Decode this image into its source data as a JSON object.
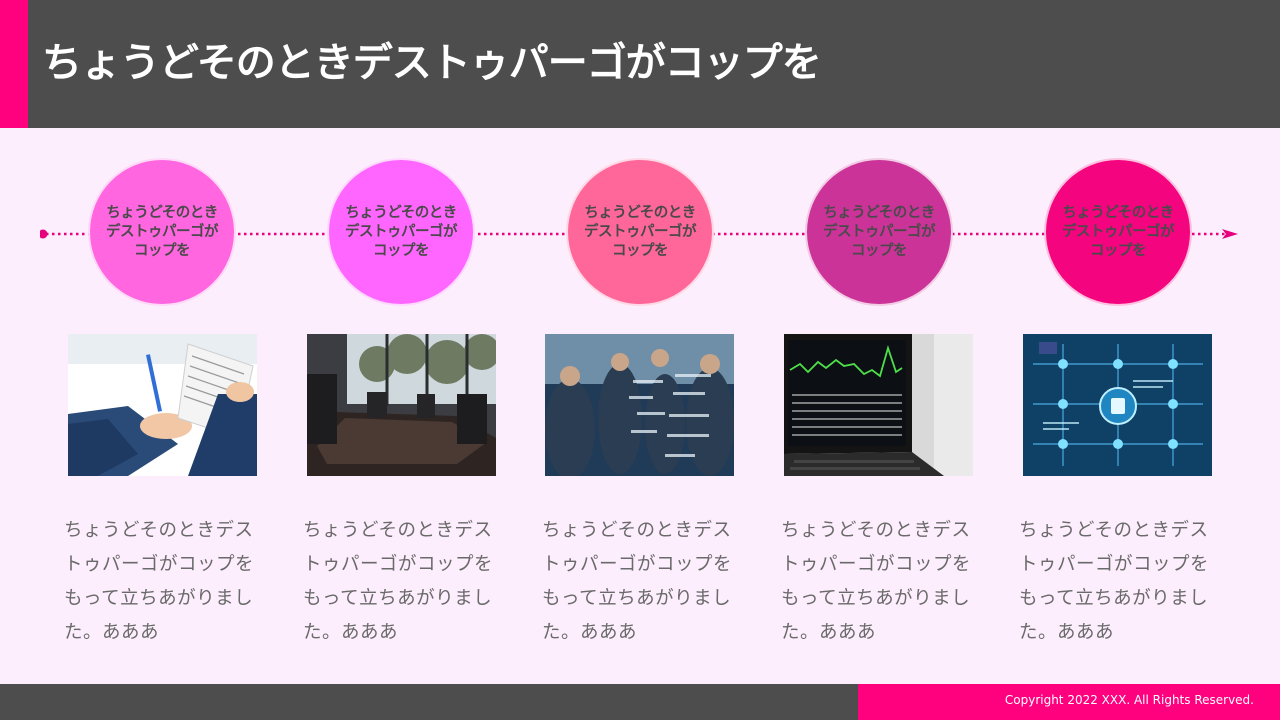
{
  "header": {
    "title": "ちょうどそのときデストゥパーゴがコップを"
  },
  "colors": {
    "accent": "#ff007f",
    "dark": "#4d4d4d",
    "background": "#fdeefd",
    "timeline_line": "#e6007e"
  },
  "steps": [
    {
      "label": "ちょうどそのとき\nデストゥパーゴが\nコップを",
      "color": "#ff66e0",
      "photo": "business-contract-photo",
      "description": "ちょうどそのときデストゥパーゴがコップをもって立ちあがりました。あああ"
    },
    {
      "label": "ちょうどそのとき\nデストゥパーゴが\nコップを",
      "color": "#ff66ff",
      "photo": "conference-room-photo",
      "description": "ちょうどそのときデストゥパーゴがコップをもって立ちあがりました。あああ"
    },
    {
      "label": "ちょうどそのとき\nデストゥパーゴが\nコップを",
      "color": "#ff6699",
      "photo": "business-team-photo",
      "description": "ちょうどそのときデストゥパーゴがコップをもって立ちあがりました。あああ"
    },
    {
      "label": "ちょうどそのとき\nデストゥパーゴが\nコップを",
      "color": "#cc3399",
      "photo": "laptop-stock-chart-photo",
      "description": "ちょうどそのときデストゥパーゴがコップをもって立ちあがりました。あああ"
    },
    {
      "label": "ちょうどそのとき\nデストゥパーゴが\nコップを",
      "color": "#f5047f",
      "photo": "digital-network-photo",
      "description": "ちょうどそのときデストゥパーゴがコップをもって立ちあがりました。あああ"
    }
  ],
  "footer": {
    "copyright": "Copyright 2022 XXX. All Rights Reserved."
  }
}
